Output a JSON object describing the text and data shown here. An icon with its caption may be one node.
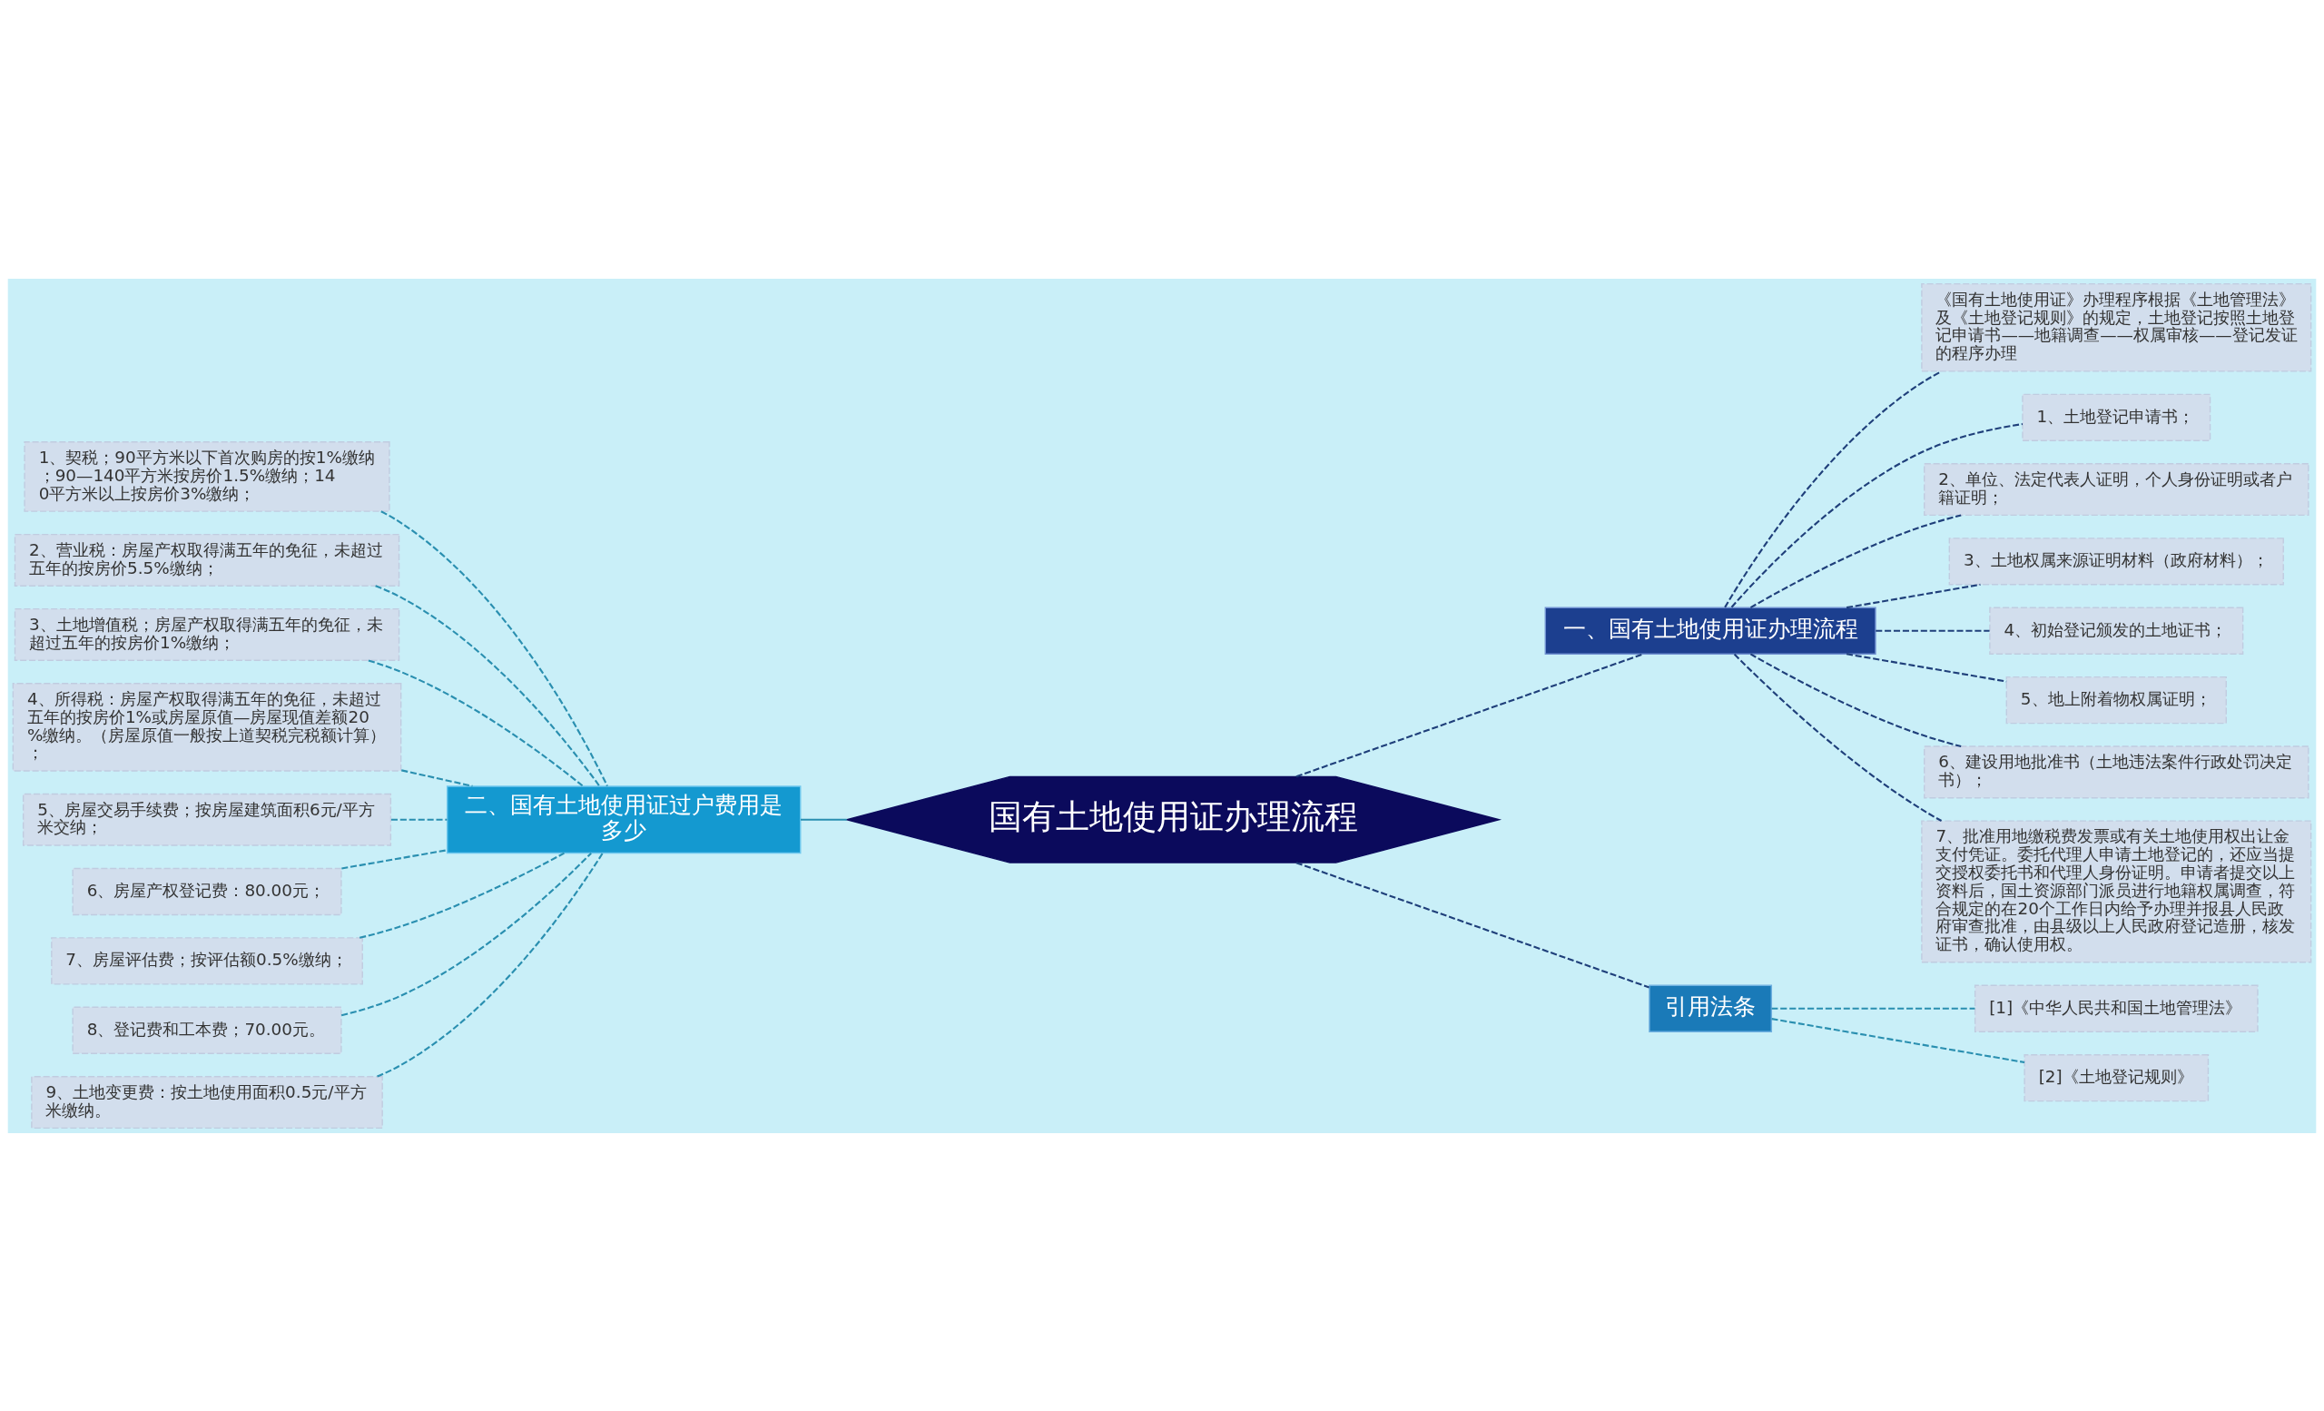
{
  "diagram": {
    "nodes": [
      {
        "text": [
          "国有土地使用证办理流程"
        ]
      },
      {
        "text": [
          "一、国有土地使用证办理流程"
        ]
      },
      {
        "text": [
          "《国有土地使用证》办理程序根据《土地管理法》及《土地登记规则》的规定，土地登记按照土地登记申请书——地籍调查——权属审核——登记发证的程序办理"
        ]
      },
      {
        "text": [
          "1、土地登记申请书；"
        ]
      },
      {
        "text": [
          "2、单位、法定代表人证明，个人身份证明或者户籍证明；"
        ]
      },
      {
        "text": [
          "3、土地权属来源证明材料（政府材料）；"
        ]
      },
      {
        "text": [
          "4、初始登记颁发的土地证书；"
        ]
      },
      {
        "text": [
          "5、地上附着物权属证明；"
        ]
      },
      {
        "text": [
          "6、建设用地批准书（土地违法案件行政处罚决定书）；"
        ]
      },
      {
        "text": [
          "7、批准用地缴税费发票或有关土地使用权出让金支付凭证。委托代理人申请土地登记的，还应当提交授权委托书和代理人身份证明。申请者提交以上资料后，国土资源部门派员进行地籍权属调查，符合规定的在20个工作日内给予办理并报县人民政府审查批准，由县级以上人民政府登记造册，核发证书，确认使用权。"
        ]
      },
      {
        "text": [
          "二、国有土地使用证过户费用是多少"
        ]
      },
      {
        "text": [
          "1、契税；90平方米以下首次购房的按1%缴纳；90—140平方米按房价1.5%缴纳；140平方米以上按房价3%缴纳；"
        ]
      },
      {
        "text": [
          "2、营业税：房屋产权取得满五年的免征，未超过五年的按房价5.5%缴纳；"
        ]
      },
      {
        "text": [
          "3、土地增值税；房屋产权取得满五年的免征，未超过五年的按房价1%缴纳；"
        ]
      },
      {
        "text": [
          "4、所得税：房屋产权取得满五年的免征，未超过五年的按房价1%或房屋原值—房屋现值差额20%缴纳。（房屋原值一般按上道契税完税额计算）；"
        ]
      },
      {
        "text": [
          "5、房屋交易手续费；按房屋建筑面积6元/平方米交纳；"
        ]
      },
      {
        "text": [
          "6、房屋产权登记费：80.00元；"
        ]
      },
      {
        "text": [
          "7、房屋评估费；按评估额0.5%缴纳；"
        ]
      },
      {
        "text": [
          "8、登记费和工本费；70.00元。"
        ]
      },
      {
        "text": [
          "9、土地变更费：按土地使用面积0.5元/平方米缴纳。"
        ]
      },
      {
        "text": [
          "引用法条"
        ]
      },
      {
        "text": [
          "[1]《中华人民共和国土地管理法》"
        ]
      },
      {
        "text": [
          "[2]《土地登记规则》"
        ]
      }
    ],
    "edges": [
      {
        "from": 0,
        "to": 1,
        "arrow": "none",
        "style": "dashed",
        "color": "#1f3f7a"
      },
      {
        "from": 1,
        "to": 2,
        "arrow": "none",
        "style": "dashed",
        "color": "#1f3f7a"
      },
      {
        "from": 1,
        "to": 3,
        "arrow": "none",
        "style": "dashed",
        "color": "#1f3f7a"
      },
      {
        "from": 1,
        "to": 4,
        "arrow": "none",
        "style": "dashed",
        "color": "#1f3f7a"
      },
      {
        "from": 1,
        "to": 5,
        "arrow": "none",
        "style": "dashed",
        "color": "#1f3f7a"
      },
      {
        "from": 1,
        "to": 6,
        "arrow": "none",
        "style": "dashed",
        "color": "#1f3f7a"
      },
      {
        "from": 1,
        "to": 7,
        "arrow": "none",
        "style": "dashed",
        "color": "#1f3f7a"
      },
      {
        "from": 1,
        "to": 8,
        "arrow": "none",
        "style": "dashed",
        "color": "#1f3f7a"
      },
      {
        "from": 1,
        "to": 9,
        "arrow": "none",
        "style": "dashed",
        "color": "#1f3f7a"
      },
      {
        "from": 0,
        "to": 10,
        "arrow": "none"
      },
      {
        "from": 10,
        "to": 11,
        "arrow": "none",
        "style": "dashed"
      },
      {
        "from": 10,
        "to": 12,
        "arrow": "none",
        "style": "dashed"
      },
      {
        "from": 10,
        "to": 13,
        "arrow": "none",
        "style": "dashed"
      },
      {
        "from": 10,
        "to": 14,
        "arrow": "none",
        "style": "dashed"
      },
      {
        "from": 10,
        "to": 15,
        "arrow": "none",
        "style": "dashed"
      },
      {
        "from": 10,
        "to": 16,
        "arrow": "none",
        "style": "dashed"
      },
      {
        "from": 10,
        "to": 17,
        "arrow": "none",
        "style": "dashed"
      },
      {
        "from": 10,
        "to": 18,
        "arrow": "none",
        "style": "dashed"
      },
      {
        "from": 10,
        "to": 19,
        "arrow": "none",
        "style": "dashed"
      },
      {
        "from": 0,
        "to": 20,
        "arrow": "none",
        "style": "dashed",
        "color": "#1f3f7a"
      },
      {
        "from": 20,
        "to": 21,
        "arrow": "none",
        "style": "dashed"
      },
      {
        "from": 20,
        "to": 22,
        "arrow": "none",
        "style": "dashed"
      }
    ]
  }
}
